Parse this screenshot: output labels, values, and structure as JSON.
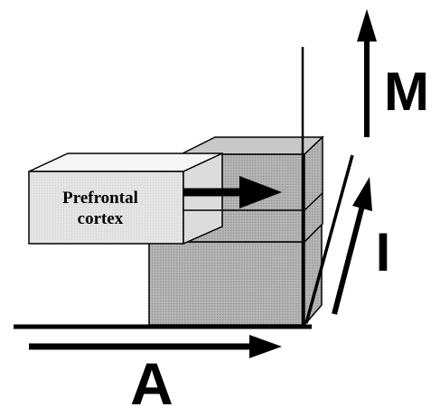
{
  "diagram": {
    "box_label_line1": "Prefrontal",
    "box_label_line2": "cortex",
    "axis_m": "M",
    "axis_i": "I",
    "axis_a": "A"
  },
  "colors": {
    "ink": "#000000",
    "dark_box_fill": "#a9a9a9",
    "dark_box_top": "#c2c2c2",
    "light_box_front": "#e6e6e6",
    "light_box_top": "#f4f4f4",
    "light_box_side": "#d9d9d9"
  }
}
